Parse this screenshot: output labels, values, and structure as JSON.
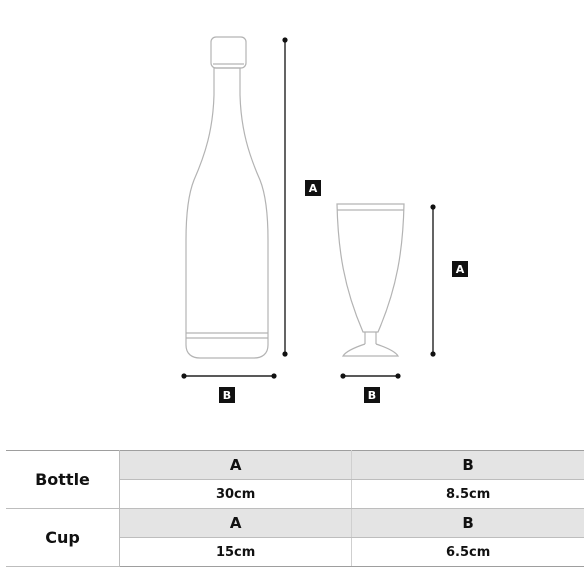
{
  "diagram": {
    "bottle": {
      "height_label": "A",
      "width_label": "B"
    },
    "cup": {
      "height_label": "A",
      "width_label": "B"
    }
  },
  "table": {
    "rows": [
      {
        "name": "Bottle",
        "col_a_header": "A",
        "col_b_header": "B",
        "col_a_value": "30cm",
        "col_b_value": "8.5cm"
      },
      {
        "name": "Cup",
        "col_a_header": "A",
        "col_b_header": "B",
        "col_a_value": "15cm",
        "col_b_value": "6.5cm"
      }
    ]
  }
}
